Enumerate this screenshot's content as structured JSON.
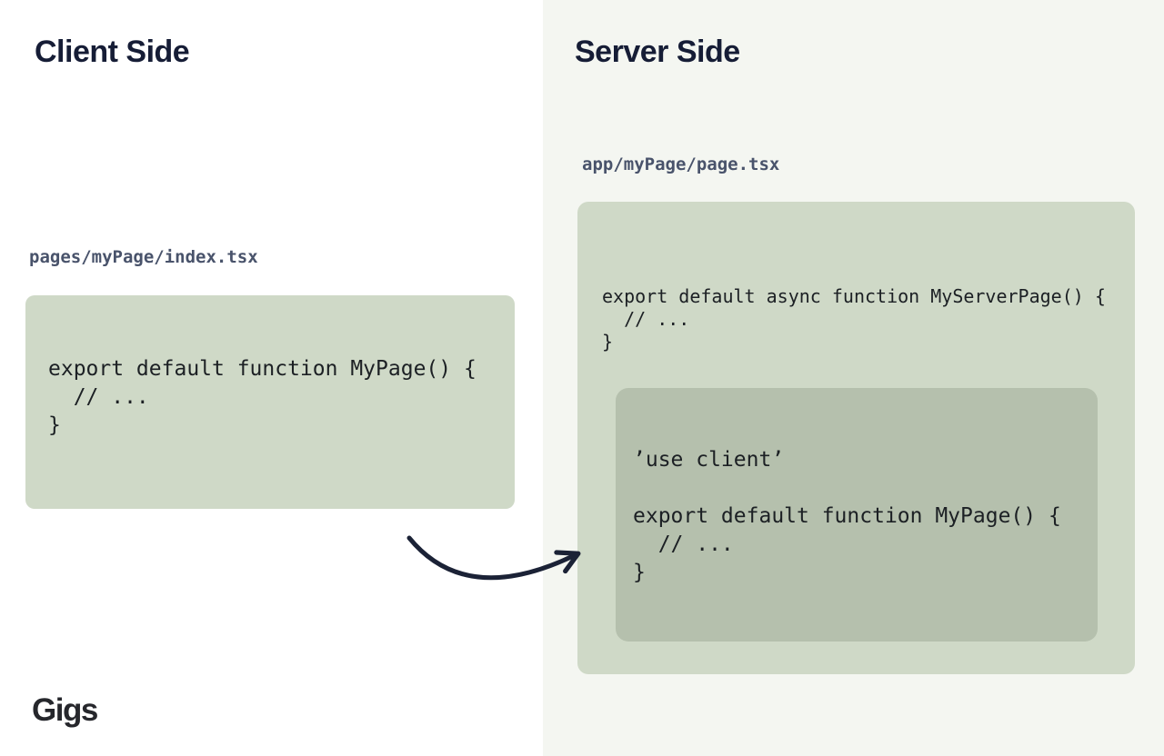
{
  "client": {
    "title": "Client Side",
    "file_label": "pages/myPage/index.tsx",
    "code": [
      "export default function MyPage() {",
      "  // ...",
      "}"
    ]
  },
  "server": {
    "title": "Server Side",
    "file_label": "app/myPage/page.tsx",
    "code": [
      "export default async function MyServerPage() {",
      "  // ...",
      "}"
    ],
    "client_island": {
      "code": [
        "’use client’",
        "",
        "export default function MyPage() {",
        "  // ...",
        "}"
      ]
    }
  },
  "branding": {
    "logo_text": "Gigs"
  },
  "colors": {
    "left_panel_bg": "#ffffff",
    "right_panel_bg": "#f4f6f1",
    "code_box_bg": "#cfd9c7",
    "nested_box_bg": "#b5c0ad",
    "heading_text": "#161d36",
    "file_label_text": "#49536b",
    "code_text": "#1c2024",
    "arrow": "#1b2236",
    "logo_text": "#26272c"
  }
}
